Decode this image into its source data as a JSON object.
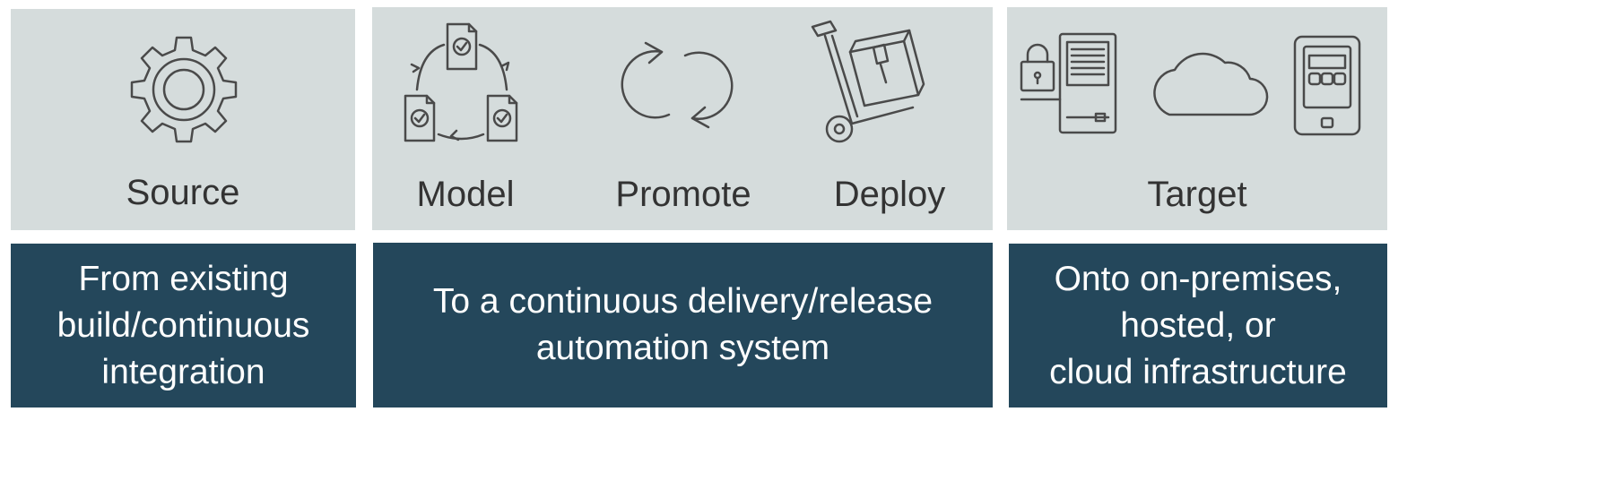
{
  "source": {
    "label": "Source",
    "description": "From existing\nbuild/continuous\nintegration",
    "icon": "gear-icon"
  },
  "stages": {
    "model": {
      "label": "Model",
      "icon": "document-cycle-icon"
    },
    "promote": {
      "label": "Promote",
      "icon": "refresh-arrows-icon"
    },
    "deploy": {
      "label": "Deploy",
      "icon": "hand-truck-icon"
    },
    "description": "To a continuous delivery/release\nautomation system"
  },
  "target": {
    "label": "Target",
    "description": "Onto on-premises,\nhosted, or\ncloud infrastructure",
    "icons": [
      "locked-server-icon",
      "cloud-icon",
      "mobile-device-icon"
    ]
  },
  "colors": {
    "panel": "#d5dcdc",
    "box": "#24475b",
    "label_text": "#333333",
    "box_text": "#ffffff",
    "icon_stroke": "#4a4a4a"
  }
}
